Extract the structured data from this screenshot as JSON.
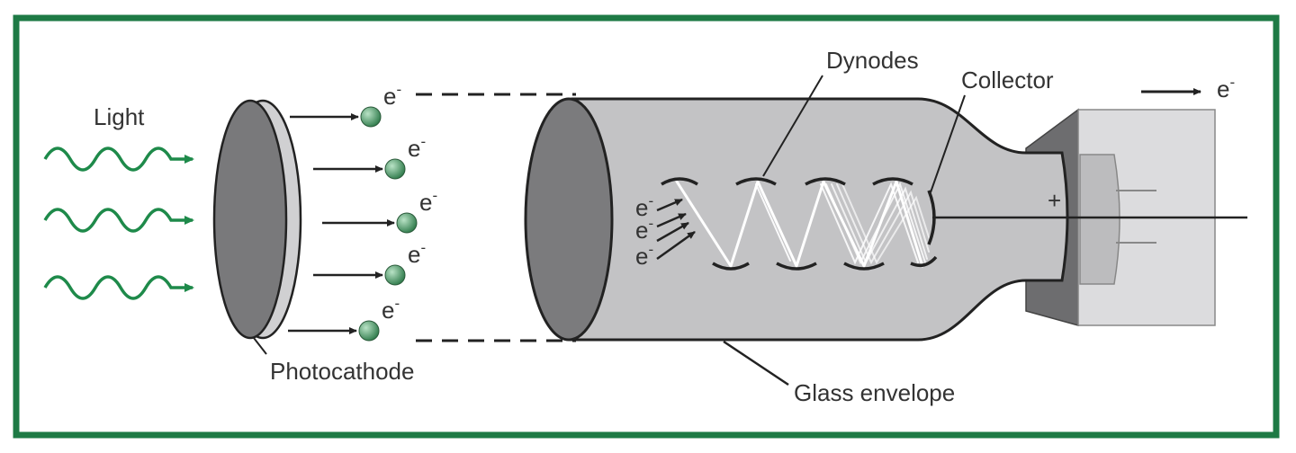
{
  "colors": {
    "frame": "#1e7a45",
    "light_wave": "#1e8a4a",
    "electron": "#3f8a5a",
    "cathode_face": "#7b7b7d",
    "tube_body": "#c3c3c5",
    "base_block": "#dcdcde",
    "ink": "#222222"
  },
  "labels": {
    "light": "Light",
    "photocathode": "Photocathode",
    "dynodes": "Dynodes",
    "collector": "Collector",
    "glass_envelope": "Glass envelope",
    "plus_sign": "+"
  },
  "electron": {
    "symbol": "e",
    "charge": "-"
  },
  "counts": {
    "light_waves": 3,
    "emitted_electrons": 5,
    "entering_electrons": 4,
    "dynodes": 8
  }
}
